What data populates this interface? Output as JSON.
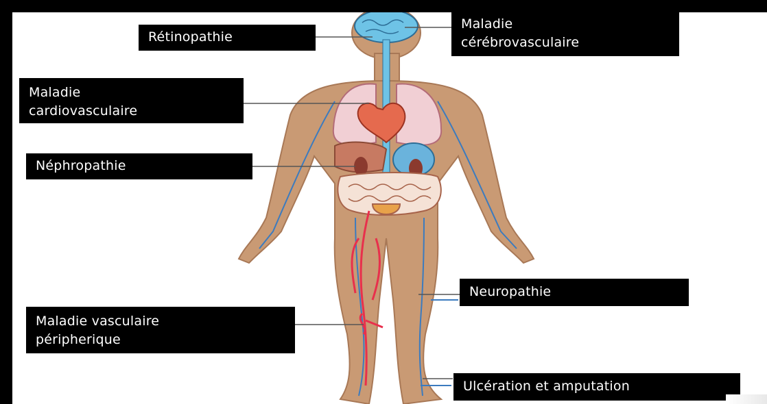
{
  "labels": {
    "retinopathy": "Rétinopathie",
    "cerebrovascular": "Maladie\ncérébrovasculaire",
    "cardiovascular": "Maladie\ncardiovasculaire",
    "nephropathy": "Néphropathie",
    "neuropathy": "Neuropathie",
    "peripheral_vascular": "Maladie vasculaire\npéripherique",
    "ulceration": "Ulcération et amputation"
  },
  "colors": {
    "skin": "#c99a74",
    "skin_outline": "#a87856",
    "vein": "#3b7bbf",
    "artery": "#e8304c",
    "brain": "#6ec3e6",
    "heart": "#e56a4e",
    "lungs": "#f1cfd4",
    "liver": "#c77a62",
    "stomach": "#6ab3dc",
    "intestine": "#f5e2d6",
    "bladder": "#e8a24a"
  }
}
